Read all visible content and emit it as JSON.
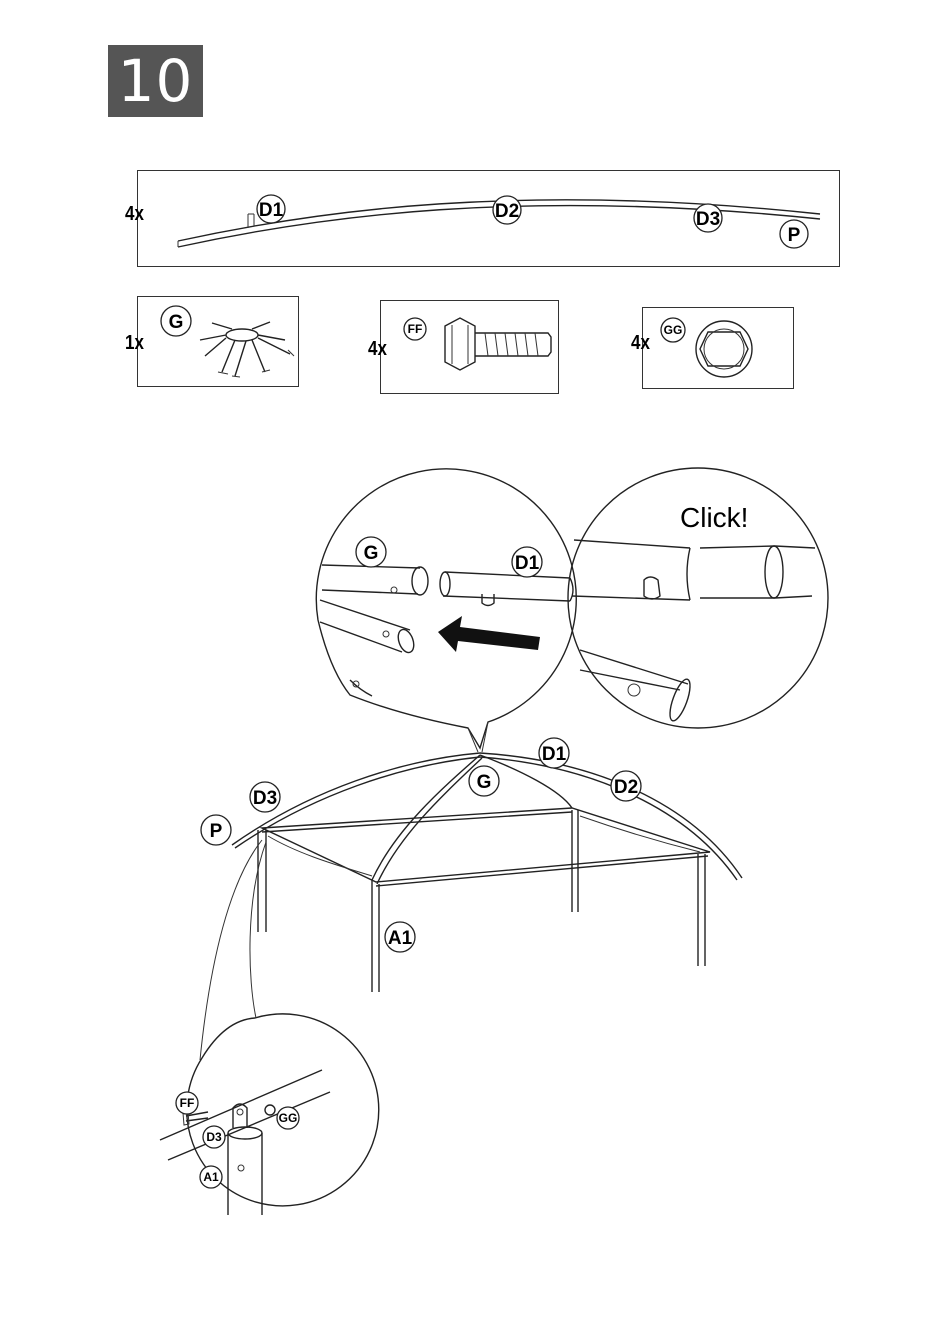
{
  "step": {
    "number": "10"
  },
  "parts": {
    "poles": {
      "qty": "4x",
      "labels": [
        "D1",
        "D2",
        "D3",
        "P"
      ]
    },
    "hub": {
      "qty": "1x",
      "label": "G"
    },
    "bolt": {
      "qty": "4x",
      "label": "FF"
    },
    "nut": {
      "qty": "4x",
      "label": "GG"
    }
  },
  "detail_top": {
    "labels": [
      "G",
      "D1"
    ],
    "click_text": "Click!"
  },
  "assembly": {
    "labels": [
      "D1",
      "G",
      "D2",
      "D3",
      "P",
      "A1"
    ]
  },
  "detail_bottom": {
    "labels": [
      "FF",
      "GG",
      "D3",
      "A1"
    ]
  }
}
